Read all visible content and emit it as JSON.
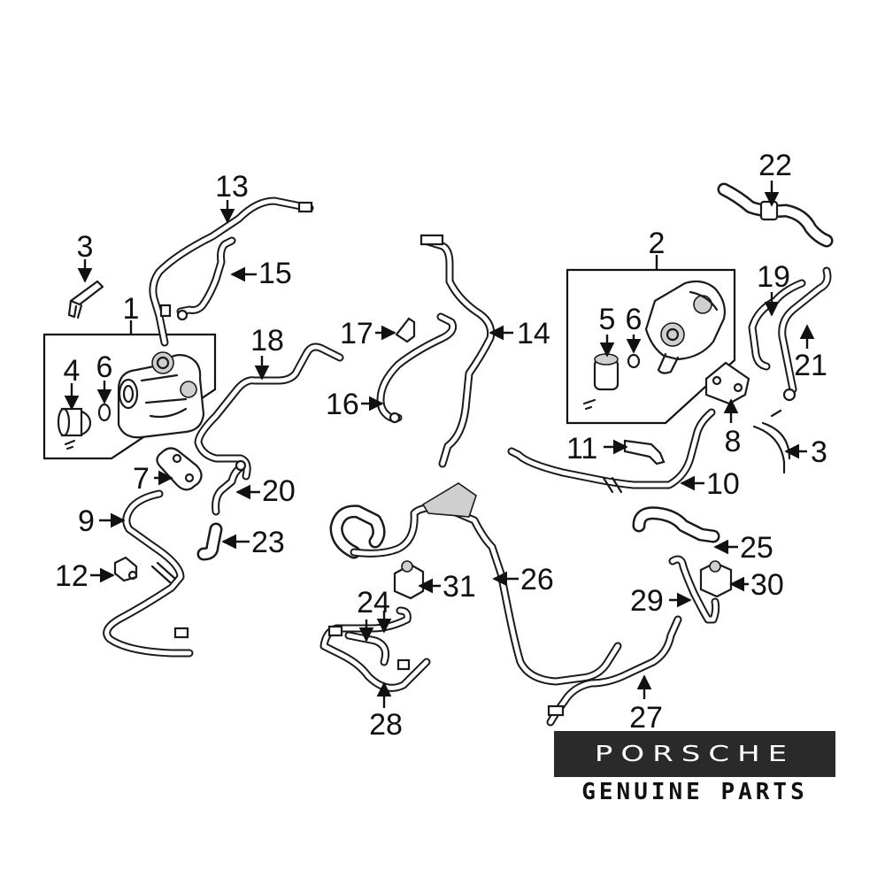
{
  "callouts": {
    "p1": "1",
    "p2": "2",
    "p3a": "3",
    "p3b": "3",
    "p4": "4",
    "p5": "5",
    "p6a": "6",
    "p6b": "6",
    "p7": "7",
    "p8": "8",
    "p9": "9",
    "p10": "10",
    "p11": "11",
    "p12": "12",
    "p13": "13",
    "p14": "14",
    "p15": "15",
    "p16": "16",
    "p17": "17",
    "p18": "18",
    "p19": "19",
    "p20": "20",
    "p21": "21",
    "p22": "22",
    "p23": "23",
    "p24": "24",
    "p25": "25",
    "p26": "26",
    "p27": "27",
    "p28": "28",
    "p29": "29",
    "p30": "30",
    "p31": "31"
  },
  "brand": {
    "logo": "PORSCHE",
    "tagline": "GENUINE PARTS"
  },
  "colors": {
    "ink": "#1a1a1a",
    "brand_bar": "#2a2a2a",
    "background": "#ffffff"
  }
}
